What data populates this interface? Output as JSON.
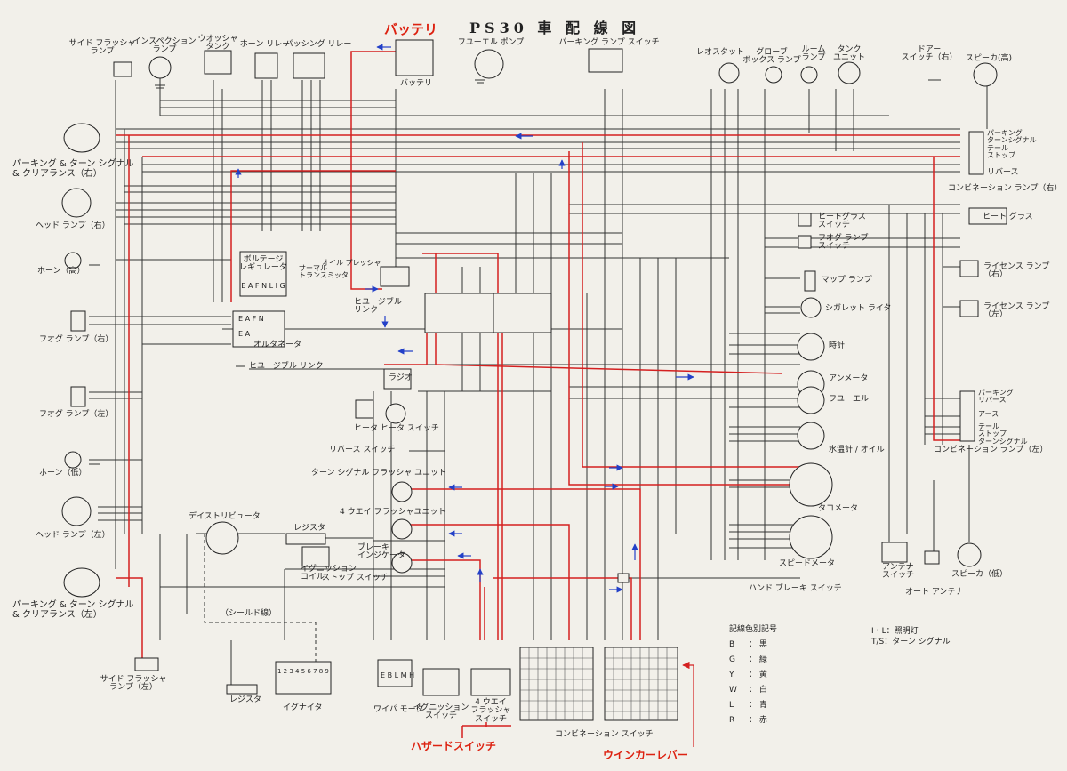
{
  "title": "PS30 車 配 線 図",
  "notes": {
    "battery": "バッテリ",
    "hazard": "ハザードスイッチ",
    "winker": "ウインカーレバー"
  },
  "components": {
    "side_flasher_top": "サイド フラッシャ\nランプ",
    "inspection_lamp": "インスペクション\nランプ",
    "washer_tank": "ウオッシャ\nタンク",
    "horn_relay": "ホーン リレー",
    "passing_relay": "パッシング リレー",
    "battery_label": "バッテリ",
    "fuel_pump": "フユーエル ポンプ",
    "parking_lamp_switch": "パーキング ランプ スイッチ",
    "rheostat": "レオスタット",
    "glovebox_lamp": "グローブ\nボックス ランプ",
    "room_lamp": "ルーム\nランプ",
    "tank_unit": "タンク\nユニット",
    "door_switch": "ドアー\nスイッチ（右）",
    "speaker_high": "スピーカ(高)",
    "park_turn_right": "パーキング & ターン シグナル\n& クリアランス（右）",
    "combo_lamp_right": "コンビネーション ランプ（右）",
    "combo_lamp_right_items": "パーキング\nターンシグナル\nテール\nストップ",
    "combo_reverse": "リバース",
    "head_lamp_right": "ヘッド ランプ（右）",
    "heat_glass_switch": "ヒートグラス\nスイッチ",
    "heat_glass": "ヒート グラス",
    "fog_lamp_switch": "フオグ ランプ\nスイッチ",
    "horn_high": "ホーン（高）",
    "voltage_regulator": "ボルテージ\nレギュレータ",
    "regulator_terminals": "E A F N L I G",
    "alternator_terminals": "E A F N",
    "alternator_ea": "E A",
    "alternator": "オルタネータ",
    "fusible_link": "ヒユージブル リンク",
    "fusible_link2": "ヒユージブル\nリンク",
    "thermal_transmitter": "サーマル\nトランスミッタ",
    "oil_pressure": "オイル プレッシャ",
    "license_right": "ライセンス ランプ\n（右）",
    "license_left": "ライセンス ランプ\n（左）",
    "map_lamp": "マップ ランプ",
    "cigarette_lighter": "シガレット ライタ",
    "fog_right": "フオグ ランプ（右）",
    "clock": "時計",
    "radio": "ラジオ",
    "ammeter": "アンメータ",
    "fuel_gauge": "フユーエル",
    "fog_left": "フオグ ランプ（左）",
    "heater": "ヒータ",
    "heater_switch": "ヒータ スイッチ",
    "combo_left_items": "パーキング\nリバース",
    "combo_left_earth": "アース",
    "combo_left_items2": "テール\nストップ\nターンシグナル",
    "combo_lamp_left": "コンビネーション ランプ（左）",
    "reverse_switch": "リバース スイッチ",
    "water_oil_gauge": "水温計 / オイル",
    "horn_low": "ホーン（低）",
    "turn_flasher_unit": "ターン シグナル フラッシャ ユニット",
    "tachometer": "タコメータ",
    "head_lamp_left": "ヘッド ランプ（左）",
    "distributor": "デイストリビュータ",
    "resistor": "レジスタ",
    "four_way_flasher_unit": "4 ウエイ フラッシャユニット",
    "brake_indicator": "ブレーキ\nインジケータ",
    "speedometer": "スピードメータ",
    "antenna_switch": "アンテナ\nスイッチ",
    "auto_antenna": "オート アンテナ",
    "speaker_low": "スピーカ（低）",
    "ignition_coil": "イグニッション\nコイル",
    "stop_switch": "ストップ スイッチ",
    "hand_brake_switch": "ハンド ブレーキ スイッチ",
    "park_turn_left": "パーキング & ターン シグナル\n& クリアランス（左）",
    "shield_wire": "（シールド線）",
    "side_flasher_bottom": "サイド フラッシャ\nランプ（左）",
    "wiper_motor": "ワイパ モータ",
    "ignition_switch": "イグニッション\nスイッチ",
    "four_way_flasher_switch": "4 ウエイ\nフラッシャ\nスイッチ",
    "combination_switch": "コンビネーション スイッチ",
    "resistor2": "レジスタ",
    "igniter": "イグナイタ",
    "wiper_terminals": "E B L M H",
    "igniter_terminals": "1 2 3 4 5 6 7 8 9"
  },
  "wire_legend": {
    "title": "記線色別記号",
    "entries": [
      {
        "code": "B",
        "name": "黒"
      },
      {
        "code": "G",
        "name": "緑"
      },
      {
        "code": "Y",
        "name": "黄"
      },
      {
        "code": "W",
        "name": "白"
      },
      {
        "code": "L",
        "name": "青"
      },
      {
        "code": "R",
        "name": "赤"
      }
    ]
  },
  "abbrev_legend": {
    "il": "I・L：照明灯",
    "ts": "T/S：ターン シグナル"
  },
  "colors": {
    "wire_black": "#333333",
    "wire_red": "#d42020",
    "arrow_blue": "#2340c8",
    "paper": "#f2f0ea"
  }
}
